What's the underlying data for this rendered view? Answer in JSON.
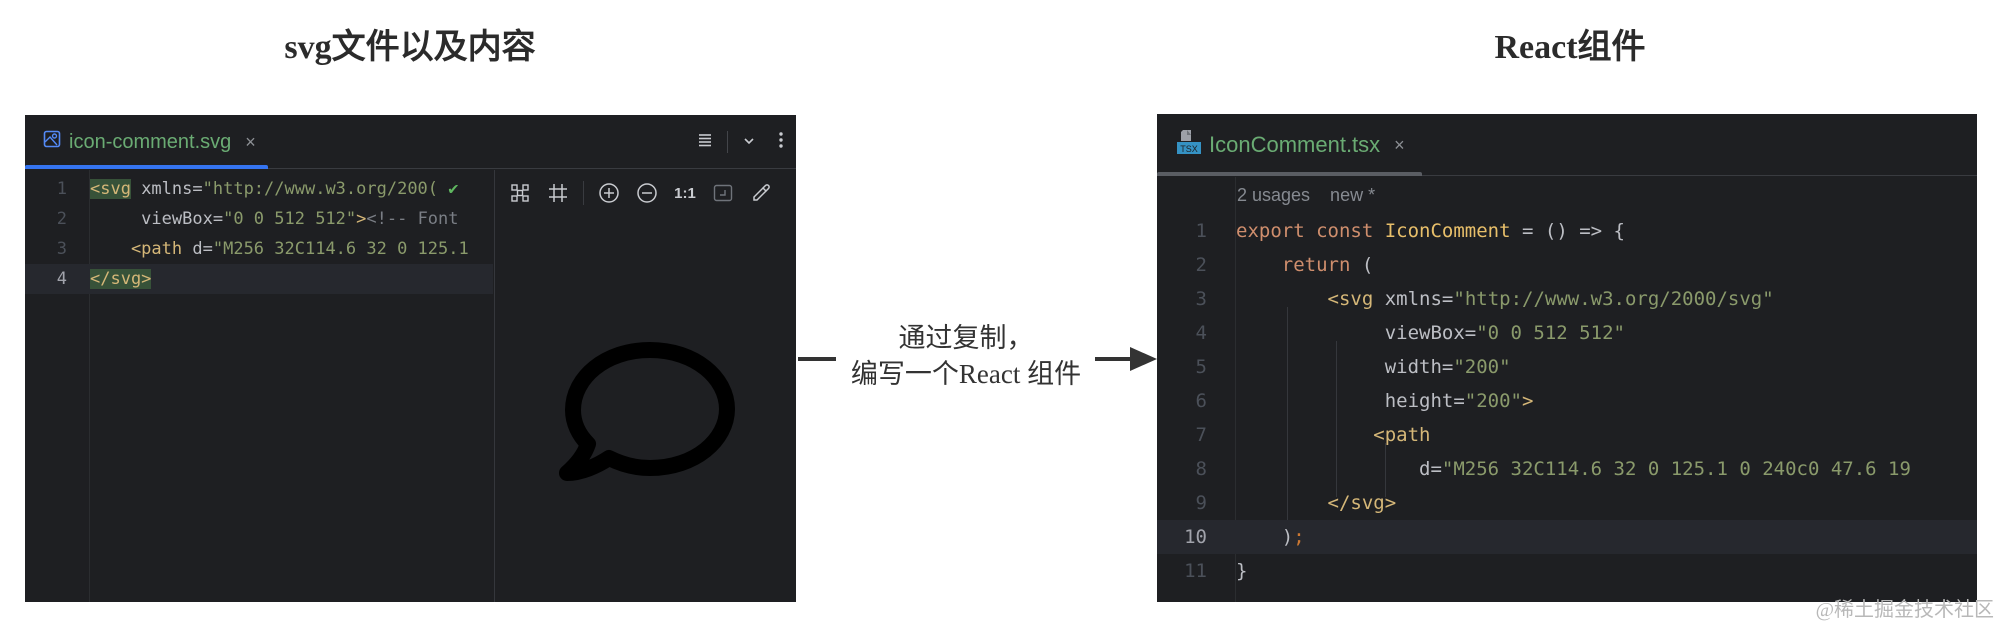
{
  "titles": {
    "left": "svg文件以及内容",
    "right": "React组件"
  },
  "connector": {
    "line1": "通过复制，",
    "line2": "编写一个React 组件"
  },
  "left_editor": {
    "tab": {
      "icon": "svg-image-file-icon",
      "label": "icon-comment.svg",
      "close": "×"
    },
    "tab_actions": {
      "menu": "≡",
      "dropdown": "⌄",
      "more": "⋮"
    },
    "lines": [
      {
        "number": "1",
        "tokens": [
          {
            "t": "<svg",
            "c": "tag tag-bg"
          },
          {
            "t": " xmlns",
            "c": "attr"
          },
          {
            "t": "=",
            "c": "eq"
          },
          {
            "t": "\"http://www.w3.org/200(",
            "c": "str"
          },
          {
            "t": " ✔",
            "c": "check"
          }
        ]
      },
      {
        "number": "2",
        "tokens": [
          {
            "t": "     viewBox",
            "c": "attr"
          },
          {
            "t": "=",
            "c": "eq"
          },
          {
            "t": "\"0 0 512 512\"",
            "c": "str"
          },
          {
            "t": ">",
            "c": "tag"
          },
          {
            "t": "<!-- Font",
            "c": "cmt"
          }
        ]
      },
      {
        "number": "3",
        "tokens": [
          {
            "t": "    <path",
            "c": "tag"
          },
          {
            "t": " d",
            "c": "attr"
          },
          {
            "t": "=",
            "c": "eq"
          },
          {
            "t": "\"M256 32C114.6 32 0 125.1",
            "c": "str"
          }
        ]
      },
      {
        "number": "4",
        "current": true,
        "tokens": [
          {
            "t": "</svg>",
            "c": "tag tag-bg"
          }
        ]
      }
    ],
    "preview_toolbar": {
      "items": [
        {
          "name": "chessboard-toggle-icon",
          "glyph": "⌘"
        },
        {
          "name": "grid-toggle-icon",
          "glyph": "#"
        },
        {
          "name": "zoom-in-icon",
          "glyph": "⊕"
        },
        {
          "name": "zoom-out-icon",
          "glyph": "⊖"
        },
        {
          "name": "actual-size-button",
          "glyph": "1:1"
        },
        {
          "name": "fit-zoom-icon",
          "glyph": "◰"
        },
        {
          "name": "color-picker-icon",
          "glyph": "✎"
        }
      ]
    },
    "preview": {
      "image": "comment-bubble-icon"
    }
  },
  "right_editor": {
    "tab": {
      "icon": "tsx-file-icon",
      "icon_label": "TSX",
      "label": "IconComment.tsx",
      "close": "×"
    },
    "hint": "2 usages    new *",
    "lines": [
      {
        "number": "1",
        "tokens": [
          {
            "t": "export const ",
            "c": "kw"
          },
          {
            "t": "IconComment",
            "c": "fn"
          },
          {
            "t": " = () => {",
            "c": "punc"
          }
        ]
      },
      {
        "number": "2",
        "tokens": [
          {
            "t": "    return",
            "c": "kw"
          },
          {
            "t": " (",
            "c": "punc"
          }
        ]
      },
      {
        "number": "3",
        "tokens": [
          {
            "t": "        <svg",
            "c": "tag"
          },
          {
            "t": " xmlns",
            "c": "attr"
          },
          {
            "t": "=",
            "c": "eq"
          },
          {
            "t": "\"http://www.w3.org/2000/svg\"",
            "c": "str"
          }
        ]
      },
      {
        "number": "4",
        "tokens": [
          {
            "t": "             viewBox",
            "c": "attr"
          },
          {
            "t": "=",
            "c": "eq"
          },
          {
            "t": "\"0 0 512 512\"",
            "c": "str"
          }
        ]
      },
      {
        "number": "5",
        "tokens": [
          {
            "t": "             width",
            "c": "attr"
          },
          {
            "t": "=",
            "c": "eq"
          },
          {
            "t": "\"200\"",
            "c": "str"
          }
        ]
      },
      {
        "number": "6",
        "tokens": [
          {
            "t": "             height",
            "c": "attr"
          },
          {
            "t": "=",
            "c": "eq"
          },
          {
            "t": "\"200\"",
            "c": "str"
          },
          {
            "t": ">",
            "c": "tag"
          }
        ]
      },
      {
        "number": "7",
        "tokens": [
          {
            "t": "            <path",
            "c": "tag"
          }
        ]
      },
      {
        "number": "8",
        "tokens": [
          {
            "t": "                d",
            "c": "attr"
          },
          {
            "t": "=",
            "c": "eq"
          },
          {
            "t": "\"M256 32C114.6 32 0 125.1 0 240c0 47.6 19",
            "c": "str"
          }
        ]
      },
      {
        "number": "9",
        "tokens": [
          {
            "t": "        </svg>",
            "c": "tag"
          }
        ]
      },
      {
        "number": "10",
        "current": true,
        "tokens": [
          {
            "t": "    )",
            "c": "punc"
          },
          {
            "t": ";",
            "c": "semi"
          }
        ]
      },
      {
        "number": "11",
        "tokens": [
          {
            "t": "}",
            "c": "punc"
          }
        ]
      }
    ]
  },
  "watermark": "@稀土掘金技术社区",
  "colors": {
    "editor_bg": "#1e1f22",
    "active_tab_underline": "#3574f0",
    "tab_label": "#6aab73",
    "tag": "#d5b778",
    "keyword": "#cf8e6d",
    "string": "#8a9a6b"
  }
}
